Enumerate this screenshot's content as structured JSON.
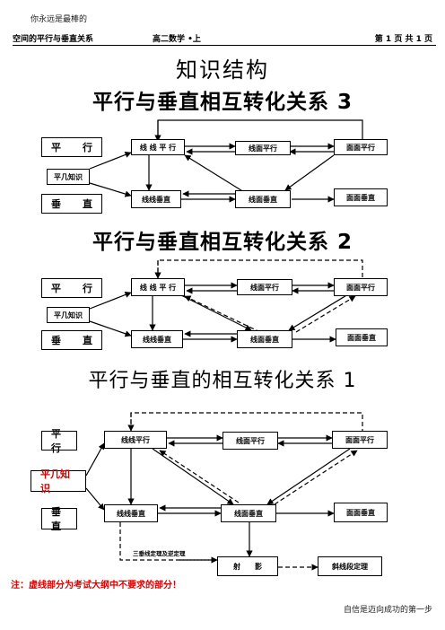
{
  "header": {
    "top": "你永远是最棒的",
    "left": "空间的平行与垂直关系",
    "center": "高二数学 •上",
    "right": "第 1 页 共 1 页"
  },
  "main_title": "知识结构",
  "d3": {
    "title": "平行与垂直相互转化关系 3",
    "side_parallel": [
      "平",
      "行"
    ],
    "side_pingji": "平几知识",
    "side_vertical": [
      "垂",
      "直"
    ],
    "ll_parallel": "线 线 平 行",
    "lp_parallel": "线面平行",
    "pp_parallel": "面面平行",
    "ll_perp": "线线垂直",
    "lp_perp": "线面垂直",
    "pp_perp": "面面垂直"
  },
  "d2": {
    "title": "平行与垂直相互转化关系 2",
    "side_parallel": [
      "平",
      "行"
    ],
    "side_pingji": "平几知识",
    "side_vertical": [
      "垂",
      "直"
    ],
    "ll_parallel": "线 线 平 行",
    "lp_parallel": "线面平行",
    "pp_parallel": "面面平行",
    "ll_perp": "线线垂直",
    "lp_perp": "线面垂直",
    "pp_perp": "面面垂直"
  },
  "d1": {
    "title": "平行与垂直的相互转化关系 1",
    "side_parallel": "平行",
    "side_pingji": "平几知识",
    "side_vertical": "垂直",
    "ll_parallel": "线线平行",
    "lp_parallel": "线面平行",
    "pp_parallel": "面面平行",
    "ll_perp": "线线垂直",
    "lp_perp": "线面垂直",
    "pp_perp": "面面垂直",
    "three_perp_label": "三垂线定理及逆定理",
    "projection": "射　　影",
    "oblique": "斜线段定理"
  },
  "note": "注：虚线部分为考试大纲中不要求的部分！",
  "footer": "自信是迈向成功的第一步",
  "colors": {
    "note": "#e00000",
    "pingji_d1": "#d00000"
  }
}
